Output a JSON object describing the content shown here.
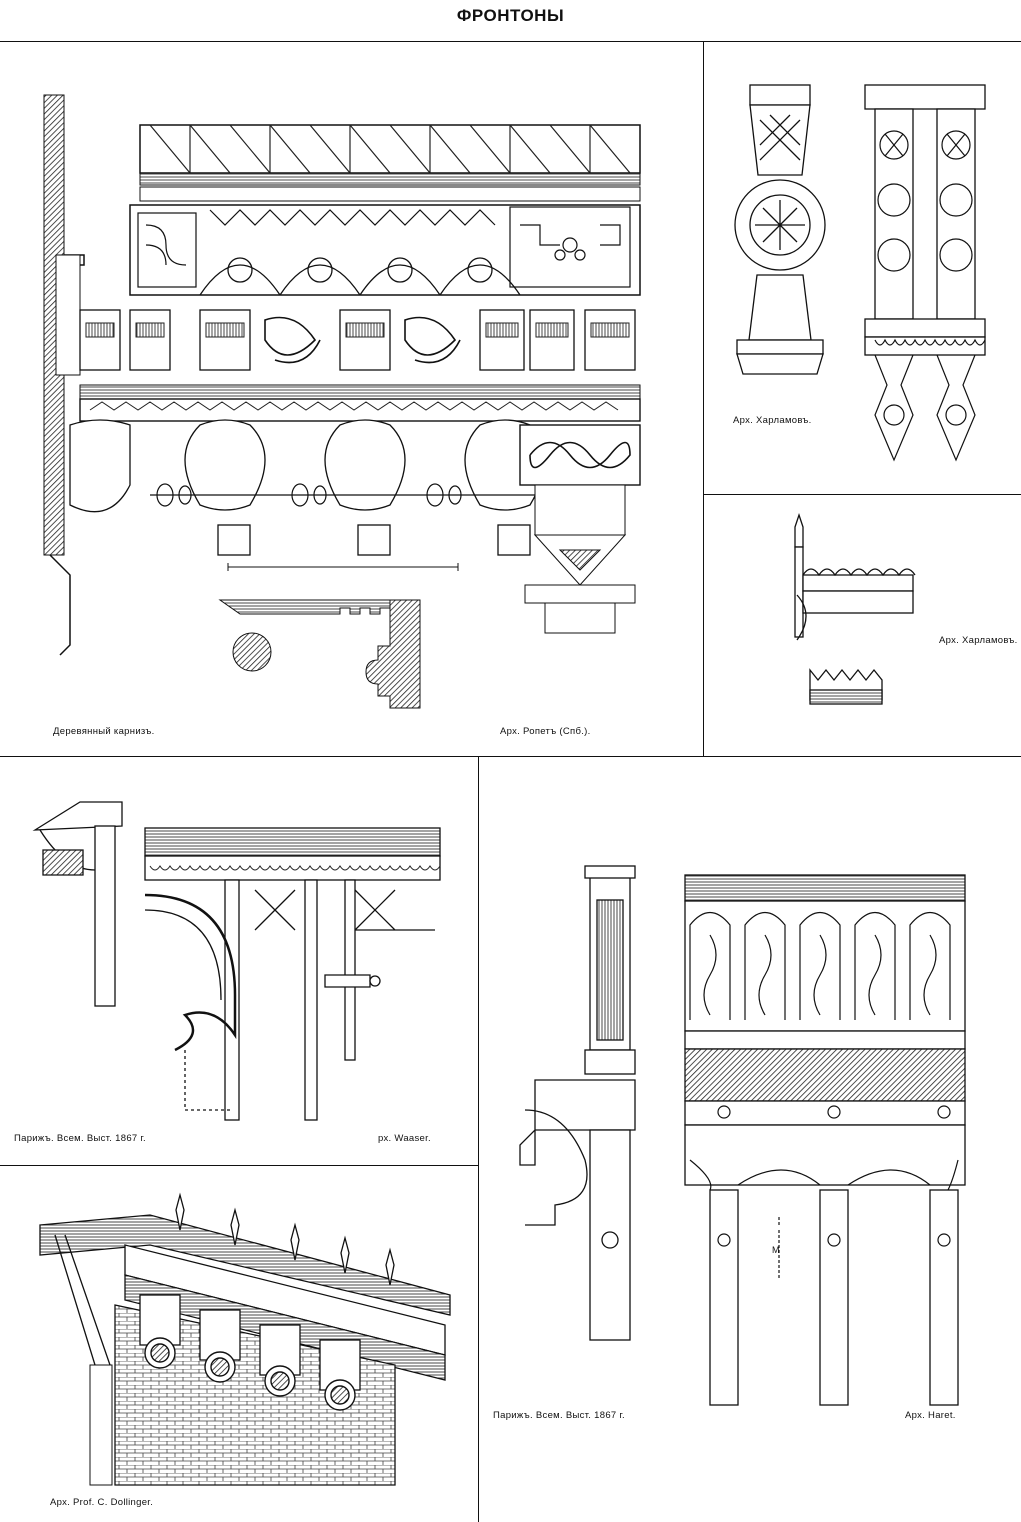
{
  "page": {
    "title": "ФРОНТОНЫ"
  },
  "captions": {
    "wood_cornice": "Деревянный карнизъ.",
    "ropet": "Арх. Ропетъ (Спб.).",
    "kharlamov_1": "Арх. Харламовъ.",
    "kharlamov_2": "Арх. Харламовъ.",
    "paris_1": "Парижъ. Всем. Выст. 1867 г.",
    "waaser": "рх. Waaser.",
    "paris_2": "Парижъ. Всем. Выст. 1867 г.",
    "haret": "Арх. Haret.",
    "dollinger": "Арх. Prof. C. Dollinger."
  },
  "figure_labels": {
    "paris_scale_mark": "М"
  }
}
